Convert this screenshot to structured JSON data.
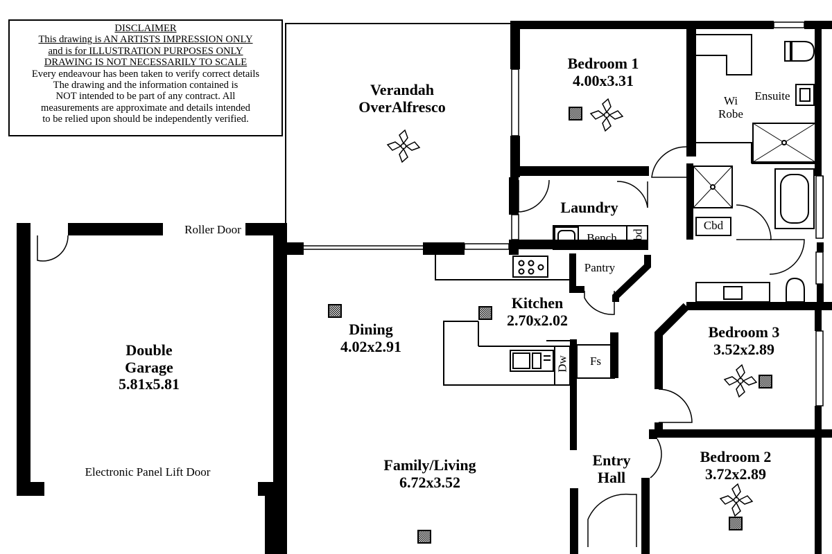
{
  "disclaimer": {
    "heading": "DISCLAIMER",
    "line1": "This drawing is AN ARTISTS IMPRESSION ONLY",
    "line2": "and is for ILLUSTRATION PURPOSES ONLY",
    "line3": "DRAWING IS NOT NECESSARILY TO SCALE",
    "line4": "Every endeavour has been taken to verify correct details",
    "line5": "The drawing and the information contained is",
    "line6": "NOT intended to be part of any contract. All",
    "line7": "measurements are approximate and details intended",
    "line8": "to be relied upon should be independently verified."
  },
  "rooms": {
    "verandah": {
      "name": "Verandah",
      "name2": "OverAlfresco"
    },
    "bedroom1": {
      "name": "Bedroom 1",
      "size": "4.00x3.31"
    },
    "wirobe": {
      "name": "Wi",
      "name2": "Robe"
    },
    "ensuite": {
      "name": "Ensuite"
    },
    "laundry": {
      "name": "Laundry"
    },
    "bench": "Bench",
    "cbd_laundry": "Cbd",
    "cbd_hall": "Cbd",
    "pantry": "Pantry",
    "garage": {
      "name": "Double",
      "name2": "Garage",
      "size": "5.81x5.81"
    },
    "roller_door": "Roller Door",
    "lift_door": "Electronic Panel Lift Door",
    "dining": {
      "name": "Dining",
      "size": "4.02x2.91"
    },
    "kitchen": {
      "name": "Kitchen",
      "size": "2.70x2.02"
    },
    "dw": "Dw",
    "fs": "Fs",
    "family": {
      "name": "Family/Living",
      "size": "6.72x3.52"
    },
    "entry": {
      "name": "Entry",
      "name2": "Hall"
    },
    "bedroom3": {
      "name": "Bedroom 3",
      "size": "3.52x2.89"
    },
    "bedroom2": {
      "name": "Bedroom 2",
      "size": "3.72x2.89"
    }
  }
}
